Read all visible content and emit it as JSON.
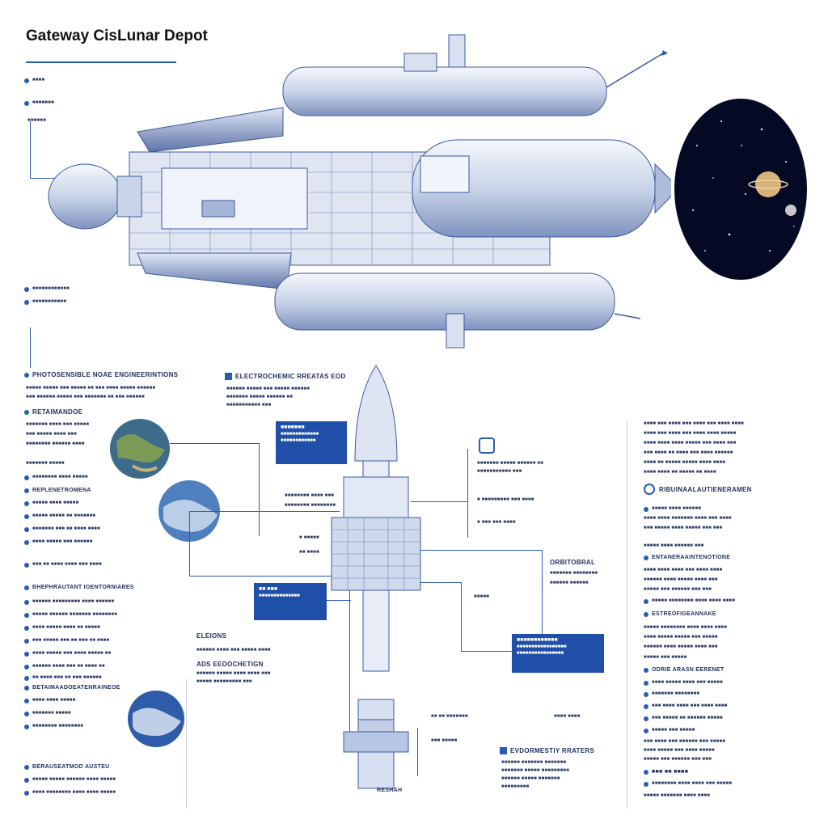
{
  "title": "Gateway CisLunar Depot",
  "colors": {
    "accent": "#2a5bb5",
    "callout_bg": "#1f4fa8",
    "space_bg": "#050a24",
    "hull": "#c9d4e8",
    "hull_line": "#3b5aa0"
  },
  "top_left_labels": [
    "■■■■",
    "■■■■■■■",
    "■■■■■■",
    "■■■■■■■■■■■■",
    "■■■■■■■■■■■"
  ],
  "left_column": {
    "heading_1": "PHOTOSENSIBLE NOAE ENGINEERINTIONS",
    "heading_1_lines": [
      "■■■■■ ■■■■■ ■■■ ■■■■■ ■■ ■■■ ■■■■ ■■■■■ ■■■■■■",
      "■■■ ■■■■■■ ■■■■■ ■■■ ■■■■■■■ ■■ ■■■ ■■■■■■"
    ],
    "heading_2": "RETAIMANDOE",
    "heading_2_lines": [
      "■■■■■■■ ■■■■ ■■■ ■■■■■",
      "■■■ ■■■■■ ■■■■ ■■■",
      "■■■■■■■■ ■■■■■■ ■■■■",
      "■■■■■■■ ■■■■■"
    ],
    "items_a": [
      "■■■■■■■■ ■■■■ ■■■■■",
      "REPLENETROMENA",
      "■■■■■ ■■■■ ■■■■■",
      "■■■■■ ■■■■■ ■■ ■■■■■■■",
      "■■■■■■■ ■■■ ■■ ■■■■ ■■■■",
      "■■■■ ■■■■■ ■■■ ■■■■■■",
      "■■■ ■■ ■■■■ ■■■■ ■■■ ■■■■"
    ],
    "heading_3": "BHEPHRAUTANT IOENTORNIABES",
    "items_b": [
      "■■■■■■ ■■■■■■■■■ ■■■■ ■■■■■■",
      "■■■■■ ■■■■■■ ■■■■■■■ ■■■■■■■■",
      "■■■■ ■■■■■ ■■■■ ■■ ■■■■■",
      "■■■ ■■■■■ ■■■ ■■ ■■■ ■■ ■■■■",
      "■■■■ ■■■■■ ■■■ ■■■■ ■■■■■ ■■",
      "■■■■■■ ■■■■ ■■■ ■■ ■■■■ ■■",
      "■■ ■■■■ ■■■ ■■ ■■■ ■■■■■■"
    ],
    "heading_4": "BETAIMAADOEATENRAINEOE",
    "items_c": [
      "■■■■ ■■■■ ■■■■■",
      "■■■■■■■ ■■■■■",
      "■■■■■■■■ ■■■■■■■■"
    ],
    "heading_5": "BERAUSEATMOD AUSTEU",
    "items_d": [
      "■■■■■ ■■■■■ ■■■■■■ ■■■■ ■■■■■",
      "■■■■ ■■■■■■■■ ■■■■ ■■■■ ■■■■■"
    ]
  },
  "center": {
    "section_title_1": "ELECTROCHEMIC RREATAS EOD",
    "section_1_lines": [
      "■■■■■■ ■■■■■ ■■■ ■■■■■ ■■■■■■",
      "■■■■■■■ ■■■■■ ■■■■■■ ■■",
      "■■■■■■■■■■■ ■■■"
    ],
    "callout_1": {
      "title": "■■■■■■■",
      "lines": [
        "■■■■■■■■■■■■■",
        "■■■■■■■■■■■■"
      ]
    },
    "callout_2": {
      "title": "■■ ■■■",
      "lines": [
        "■■■■■■■■■■■■■■"
      ]
    },
    "callout_3": {
      "title": "■■■■■■■■■■■■",
      "lines": [
        "■■■■■■■■■■■■■■■■■",
        "■■■■■■■■■■■■■■■■"
      ]
    },
    "side_text_1": [
      "■■■■■■■■ ■■■■ ■■■",
      "■■■■■■■■ ■■■■■■■■"
    ],
    "side_text_2": [
      "■ ■■■■■■■■■ ■■■ ■■■■",
      "■ ■■■ ■■■ ■■■■"
    ],
    "label_orbital": "ORBITOBRAL",
    "orbital_lines": [
      "■■■■■■■ ■■■■■■■■",
      "■■■■■■ ■■■■■■"
    ],
    "label_eleions": "ELEIONS",
    "eleions_line": "■■■■■■ ■■■■ ■■■ ■■■■■ ■■■■",
    "label_ads": "ADS EEOOCHETIGN",
    "ads_lines": [
      "■■■■■■ ■■■■■ ■■■■ ■■■■ ■■■",
      "■■■■■ ■■■■■■■■■ ■■■"
    ],
    "label_bottom": "RESHAH",
    "bottom_right_title": "EVDORMESTIY RRATERS",
    "bottom_right_lines": [
      "■■■■■■ ■■■■■■■ ■■■■■■■",
      "■■■■■■■ ■■■■■ ■■■■■■■■■",
      "■■■■■■ ■■■■■ ■■■■■■■",
      "■■■■■■■■■"
    ],
    "small_labels": [
      "■ ■■■■■",
      "■■ ■■■■",
      "■■■■■",
      "■■ ■■ ■■■■■■■",
      "■■■■ ■■■■",
      "■■■ ■■■■■"
    ]
  },
  "right_column": {
    "paragraph": [
      "■■■■ ■■■ ■■■■ ■■■ ■■■■ ■■■ ■■■■ ■■■■",
      "■■■■ ■■■ ■■■■ ■■■ ■■■■ ■■■■ ■■■■■",
      "■■■■ ■■■■ ■■■■ ■■■■■ ■■■ ■■■■ ■■■",
      "■■■ ■■■■ ■■ ■■■■ ■■■ ■■■■ ■■■■■■",
      "■■■■ ■■ ■■■■■ ■■■■■ ■■■■ ■■■■",
      "■■■■ ■■■■ ■■ ■■■■■ ■■ ■■■■"
    ],
    "heading_1": "RIBUINAALAUTIENERAMEN",
    "h1_items": [
      "■■■■■ ■■■■ ■■■■■■",
      "■■■■ ■■■■ ■■■■■■■ ■■■■ ■■■ ■■■■",
      "■■■ ■■■■■ ■■■■ ■■■■■ ■■■ ■■■",
      "■■■■■ ■■■■ ■■■■■■ ■■■"
    ],
    "heading_2": "ENTANERAAINTENOTIONE",
    "h2_items": [
      "■■■■ ■■■■ ■■■■ ■■■ ■■■■ ■■■■",
      "■■■■■■ ■■■■ ■■■■■ ■■■■ ■■■",
      "■■■■■ ■■■ ■■■■■■ ■■■ ■■■"
    ],
    "heading_3": "ESTREOFIGEANNAKE",
    "h3_items": [
      "■■■■■ ■■■■■■■■ ■■■■ ■■■■ ■■■■",
      "■■■■ ■■■■■ ■■■■■ ■■■ ■■■■■"
    ],
    "heading_4": "ODRIE ARASN EERENET",
    "h4_items": [
      "■■■■ ■■■■■ ■■■■ ■■■ ■■■■■",
      "■■■■■■■ ■■■■■■■■",
      "■■■ ■■■■ ■■■■ ■■■ ■■■■ ■■■■",
      "■■■ ■■■■■ ■■ ■■■■■■ ■■■■■",
      "■■■■■ ■■■ ■■■■■",
      "■■■ ■■■■ ■■■ ■■■■■■ ■■■ ■■■■■",
      "■■■■ ■■■■■ ■■■ ■■■■ ■■■■■"
    ],
    "heading_5": "■■■ ■■ ■■■■",
    "h5_items": [
      "■■■■■■■■ ■■■■ ■■■■ ■■■ ■■■■■",
      "■■■■■ ■■■■■■■ ■■■■ ■■■■"
    ]
  },
  "icons": [
    "globe-icon",
    "planet-icon",
    "bullet-icon",
    "saturn-icon",
    "rocket-icon"
  ]
}
